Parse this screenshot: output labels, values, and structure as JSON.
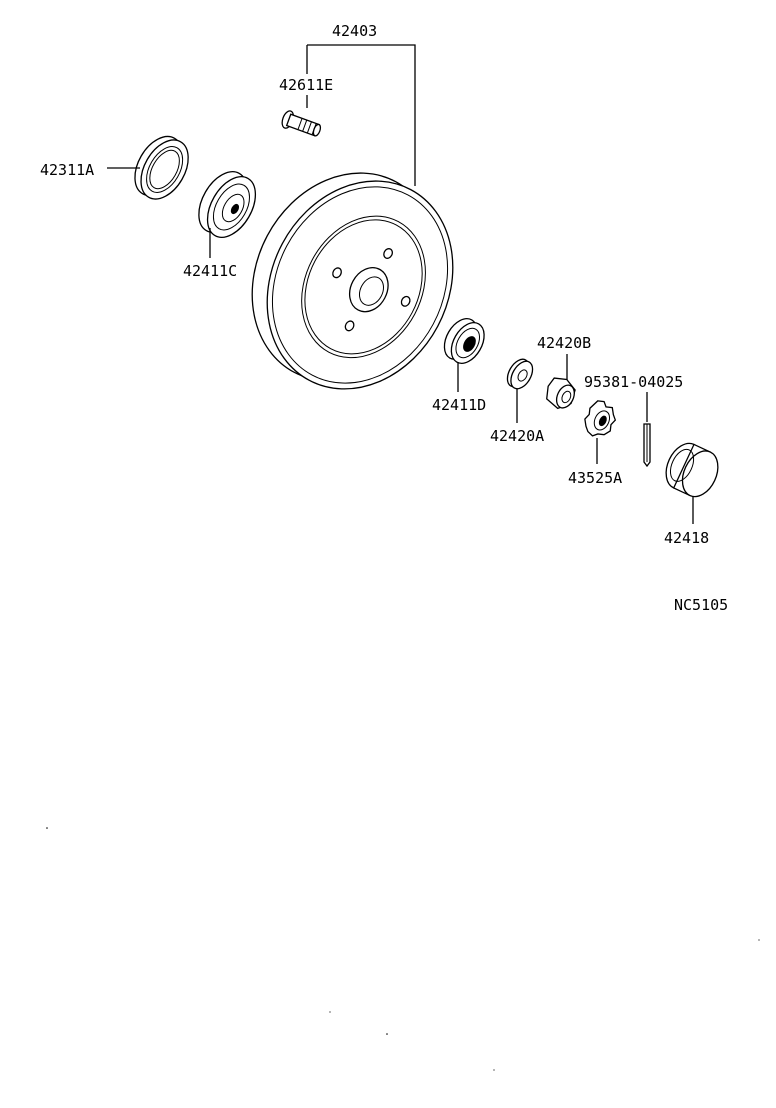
{
  "labels": {
    "p42403": "42403",
    "p42611E": "42611E",
    "p42311A": "42311A",
    "p42411C": "42411C",
    "p42411D": "42411D",
    "p42420B": "42420B",
    "p42420A": "42420A",
    "p95381": "95381-04025",
    "p43525A": "43525A",
    "p42418": "42418",
    "ref": "NC5105"
  }
}
